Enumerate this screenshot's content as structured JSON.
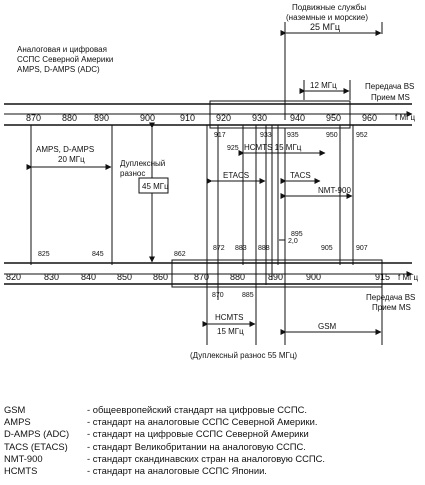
{
  "labels": {
    "mobile_services": [
      "Подвижные службы",
      "(наземные и морские)"
    ],
    "mobile_services_bw": "25 МГц",
    "analog_digital": [
      "Аналоговая и цифровая",
      "ССПС Северной Америки",
      "AMPS, D-AMPS (ADC)"
    ],
    "bs_tx_top": "Передача BS",
    "ms_rx_top": "Прием MS",
    "bs_tx_bottom": "Передача BS",
    "ms_rx_bottom": "Прием MS",
    "f_mhz_top": "f МГц",
    "f_mhz_bottom": "f МГц",
    "bw_12": "12 МГц",
    "amps_block": [
      "AMPS, D-AMPS",
      "20 МГц"
    ],
    "duplex_spacing": [
      "Дуплексный",
      "разнос"
    ],
    "duplex_45": "45 МГц",
    "etacs": "ETACS",
    "tacs": "TACS",
    "nmt900": "NMT-900",
    "hcmts_15": "HCMTS 15 МГц",
    "hcmts_lower": [
      "HCMTS",
      "15 МГц"
    ],
    "duplex_55": "(Дуплексный разнос 55 МГц)",
    "gsm": "GSM",
    "two_mhz": "2,0"
  },
  "top_scale": [
    "870",
    "880",
    "890",
    "900",
    "910",
    "920",
    "930",
    "940",
    "950",
    "960"
  ],
  "bottom_scale": [
    "820",
    "830",
    "840",
    "850",
    "860",
    "870",
    "880",
    "890",
    "900",
    "915"
  ],
  "top_marks": {
    "m917": "917",
    "m925": "925",
    "m933": "933",
    "m935": "935",
    "m950": "950",
    "m952": "952"
  },
  "bottom_marks": {
    "m825": "825",
    "m845": "845",
    "m862": "862",
    "m872": "872",
    "m883": "883",
    "m888": "888",
    "m895": "895",
    "m905": "905",
    "m907": "907",
    "m870": "870",
    "m885": "885"
  },
  "legend": [
    {
      "abbr": "GSM",
      "desc": "- общеевропейский стандарт на цифровые ССПС."
    },
    {
      "abbr": "AMPS",
      "desc": "- стандарт на аналоговые ССПС Северной Америки."
    },
    {
      "abbr": "D-AMPS (ADC)",
      "desc": "- стандарт на цифровые ССПС Северной Америки"
    },
    {
      "abbr": "TACS (ETACS)",
      "desc": "- стандарт Великобритании на аналоговую ССПС."
    },
    {
      "abbr": "NMT-900",
      "desc": "- стандарт скандинавских стран на аналоговую ССПС."
    },
    {
      "abbr": "HCMTS",
      "desc": "- стандарт на аналоговые ССПС Японии."
    }
  ]
}
